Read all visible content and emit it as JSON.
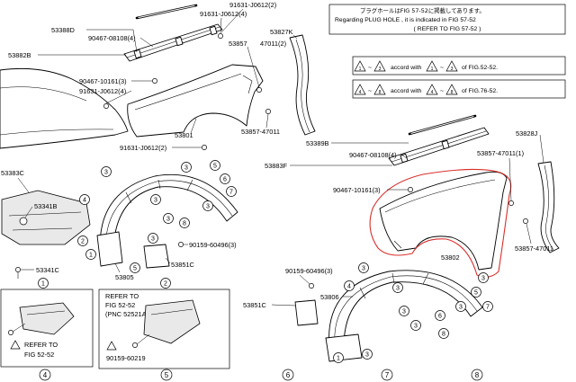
{
  "notice": {
    "line_jp": "プラグホールはFIG 57-52に掲載してあります。",
    "line_en": "Regarding PLUG HOLE , it is indicated in FIG 57-52",
    "line_refer": "( REFER TO FIG 57-52 )"
  },
  "accord_rows": [
    {
      "a": "1",
      "sep": "~",
      "b": "3",
      "text": "accord with",
      "c": "1",
      "d": "3",
      "fig": "of FIG.52-52."
    },
    {
      "a": "4",
      "sep": "~",
      "b": "8",
      "text": "accord with",
      "c": "4",
      "d": "8",
      "fig": "of FIG.76-52."
    }
  ],
  "part_labels": [
    "53388D",
    "90467-08108(4)",
    "91631-J0612(2)",
    "91631-J0612(4)",
    "53857",
    "53827K",
    "47011(2)",
    "53882B",
    "90467-10161(3)",
    "91631-J0612(4)",
    "53801",
    "91631-J0612(2)",
    "53857-47011",
    "53389B",
    "90467-08108(4)",
    "53883F",
    "90467-10161(3)",
    "53828J",
    "53857-47011(1)",
    "53857-47011",
    "53802",
    "53383C",
    "53341B",
    "53341C",
    "90159-60496(3)",
    "53851C",
    "53805",
    "90159-60496(3)",
    "53806",
    "53851C"
  ],
  "callouts": [
    "3",
    "3",
    "5",
    "6",
    "7",
    "4",
    "3",
    "3",
    "3",
    "8",
    "3",
    "2",
    "1",
    "5",
    "3",
    "4",
    "3",
    "3",
    "5",
    "7",
    "3",
    "3",
    "6",
    "3",
    "8",
    "1",
    "3"
  ],
  "box_refs": [
    "1",
    "2"
  ],
  "refer_boxes": [
    {
      "line1": "REFER TO",
      "line2": "FIG 52-52"
    },
    {
      "line1": "REFER TO",
      "line2": "FIG 52-52",
      "line3": "(PNC 52521A)",
      "part": "90159-60219"
    }
  ],
  "columns": [
    "4",
    "5",
    "6",
    "7",
    "8"
  ],
  "colors": {
    "highlight": "#d9302c",
    "ink": "#000000"
  }
}
